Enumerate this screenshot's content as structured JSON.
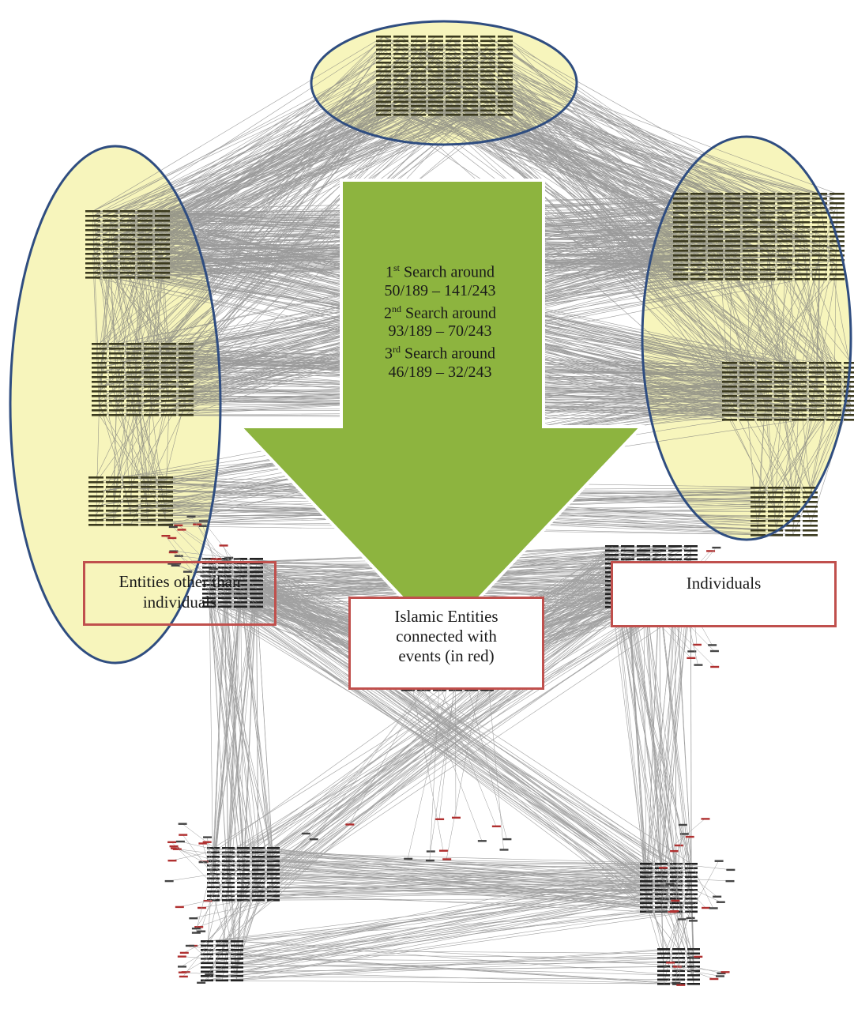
{
  "arrow": {
    "search_lines": [
      {
        "ord": "1",
        "sup": "st",
        "text": " Search around",
        "values": "50/189 – 141/243"
      },
      {
        "ord": "2",
        "sup": "nd",
        "text": " Search around",
        "values": "93/189 – 70/243"
      },
      {
        "ord": "3",
        "sup": "rd",
        "text": " Search around",
        "values": "46/189 – 32/243"
      }
    ]
  },
  "labels": {
    "entities_line1": "Entities other than",
    "entities_line2": "individuals",
    "individuals": "Individuals",
    "islamic_line1": "Islamic Entities",
    "islamic_line2": "connected with",
    "islamic_line3": "events (in red)"
  },
  "colors": {
    "ellipse_fill": "#f6f3b0",
    "ellipse_stroke": "#2f4d80",
    "arrow_fill": "#8db43f",
    "box_border": "#c0504d",
    "edge": "#7a7a7a",
    "node": "#2a2a2a",
    "event_node": "#b03030"
  }
}
